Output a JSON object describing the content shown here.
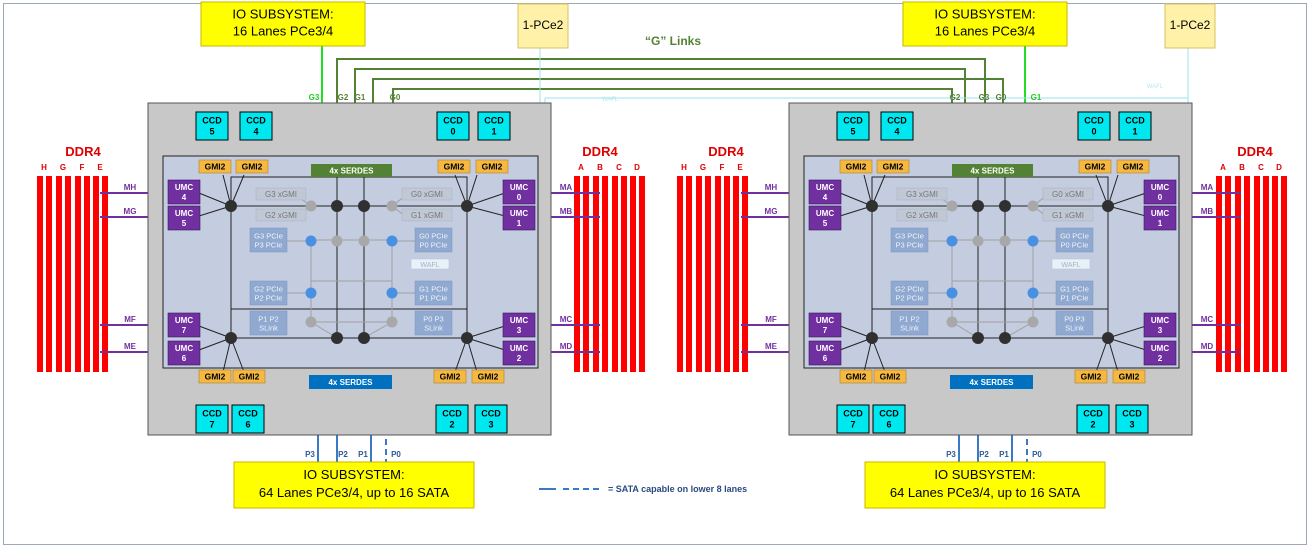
{
  "io_top": {
    "line1": "IO SUBSYSTEM:",
    "line2": "16 Lanes PCe3/4"
  },
  "io_bottom": {
    "line1": "IO SUBSYSTEM:",
    "line2": "64 Lanes PCe3/4, up to 16 SATA"
  },
  "pce2_label": "1-PCe2",
  "wafl_mini": "WAFL",
  "g_links_title": "“G” Links",
  "legend_text": "= SATA capable on lower 8 lanes",
  "ddr": {
    "title": "DDR4",
    "letters_left": [
      "H",
      "G",
      "F",
      "E"
    ],
    "letters_right": [
      "A",
      "B",
      "C",
      "D"
    ]
  },
  "channels": [
    "MH",
    "MG",
    "MF",
    "ME",
    "MA",
    "MB",
    "MC",
    "MD"
  ],
  "ccds": {
    "top_left": [
      [
        "CCD",
        "5"
      ],
      [
        "CCD",
        "4"
      ]
    ],
    "top_right": [
      [
        "CCD",
        "0"
      ],
      [
        "CCD",
        "1"
      ]
    ],
    "bottom_left": [
      [
        "CCD",
        "7"
      ],
      [
        "CCD",
        "6"
      ]
    ],
    "bottom_right": [
      [
        "CCD",
        "2"
      ],
      [
        "CCD",
        "3"
      ]
    ]
  },
  "gmi_label": "GMI2",
  "umcs": {
    "left": [
      [
        "UMC",
        "4"
      ],
      [
        "UMC",
        "5"
      ],
      [
        "UMC",
        "7"
      ],
      [
        "UMC",
        "6"
      ]
    ],
    "right": [
      [
        "UMC",
        "0"
      ],
      [
        "UMC",
        "1"
      ],
      [
        "UMC",
        "3"
      ],
      [
        "UMC",
        "2"
      ]
    ]
  },
  "serdes_label": "4x SERDES",
  "xgmi": [
    "G3 xGMI",
    "G2 xGMI",
    "G0 xGMI",
    "G1 xGMI"
  ],
  "pcie_left": [
    [
      "G3 PCIe",
      "P3 PCIe"
    ],
    [
      "G2 PCIe",
      "P2 PCIe"
    ],
    [
      "P1 P2",
      "SLink"
    ]
  ],
  "pcie_right": [
    [
      "G0 PCIe",
      "P0 PCIe"
    ],
    [
      "G1 PCIe",
      "P1 PCIe"
    ],
    [
      "P0 P3",
      "SLink"
    ]
  ],
  "wafl": "WAFL",
  "g_labels_1": [
    "G3",
    "G2",
    "G1",
    "G0"
  ],
  "g_labels_2": [
    "G2",
    "G3",
    "G0",
    "G1"
  ],
  "p_labels": [
    "P3",
    "P2",
    "P1",
    "P0"
  ],
  "colors": {
    "ddr": "#ff0000",
    "umc": "#7030a0",
    "ccd": "#00e8ef",
    "gmi": "#f5b942",
    "serdes_top": "#548235",
    "serdes_bottom": "#0070c0",
    "io_box": "#ffff00"
  }
}
